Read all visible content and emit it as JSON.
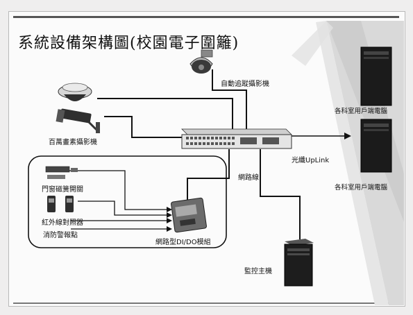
{
  "title": "系統設備架構圖(校園電子圍籬)",
  "labels": {
    "ptz_camera": "自動追蹤攝影機",
    "megapixel_camera": "百萬畫素攝影機",
    "uplink": "光纖UpLink",
    "network_cable": "網路線",
    "door_sensor": "門窗磁簧開關",
    "infrared": "紅外線對照器",
    "fire_alarm": "消防警報點",
    "dido_module": "網路型DI/DO模組",
    "monitor_host": "監控主機",
    "server_top": "各科室用戶端電腦",
    "server_bottom": "各科室用戶端電腦"
  }
}
